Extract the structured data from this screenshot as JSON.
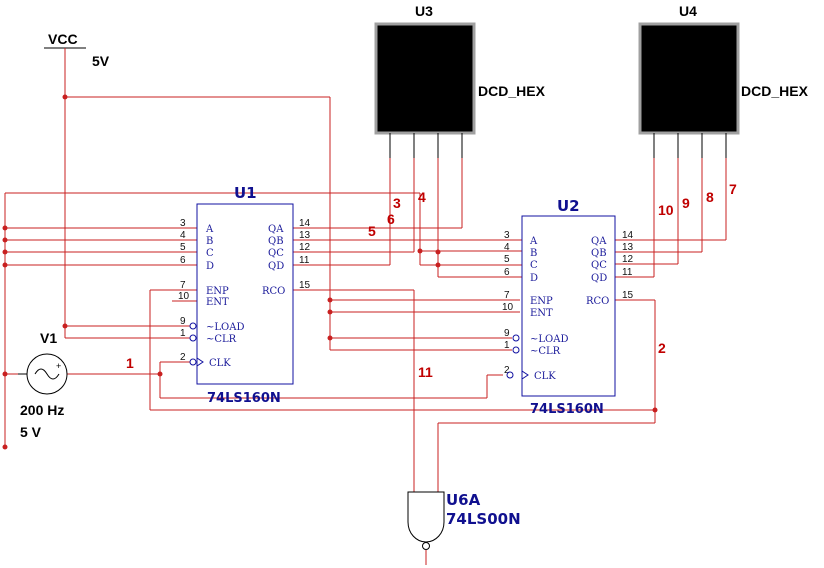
{
  "power": {
    "vcc_label": "VCC",
    "vcc_value": "5V"
  },
  "source": {
    "ref": "V1",
    "freq": "200 Hz",
    "ampl": "5 V"
  },
  "u1": {
    "ref": "U1",
    "part": "74LS160N"
  },
  "u2": {
    "ref": "U2",
    "part": "74LS160N"
  },
  "u3": {
    "ref": "U3",
    "part": "DCD_HEX"
  },
  "u4": {
    "ref": "U4",
    "part": "DCD_HEX"
  },
  "u6": {
    "ref": "U6A",
    "part": "74LS00N"
  },
  "pins": {
    "A": "A",
    "B": "B",
    "C": "C",
    "D": "D",
    "ENP": "ENP",
    "ENT": "ENT",
    "LOAD": "~LOAD",
    "CLR": "~CLR",
    "CLK": "CLK",
    "QA": "QA",
    "QB": "QB",
    "QC": "QC",
    "QD": "QD",
    "RCO": "RCO",
    "n3": "3",
    "n4": "4",
    "n5": "5",
    "n6": "6",
    "n7": "7",
    "n10": "10",
    "n9": "9",
    "n1": "1",
    "n2": "2",
    "n14": "14",
    "n13": "13",
    "n12": "12",
    "n11": "11",
    "n15": "15"
  },
  "nets": {
    "n1": "1",
    "n2": "2",
    "n3": "3",
    "n4": "4",
    "n5": "5",
    "n6": "6",
    "n7": "7",
    "n8": "8",
    "n9": "9",
    "n10": "10",
    "n11": "11"
  },
  "colors": {
    "wire": "#c82020",
    "chip": "#1010a0",
    "display": "#000000",
    "bezel": "#a0a0a0"
  }
}
